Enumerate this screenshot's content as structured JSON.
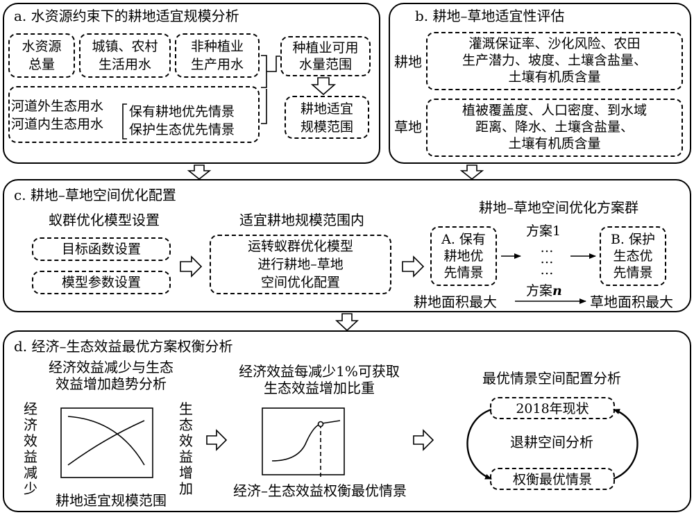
{
  "panel_a": {
    "title": "a. 水资源约束下的耕地适宜规模分析",
    "box_total_water": [
      "水资源",
      "总量"
    ],
    "box_urban_rural": [
      "城镇、农村",
      "生活用水"
    ],
    "box_nonplanting": [
      "非种植业",
      "生产用水"
    ],
    "box_ecological": [
      "河道外生态用水",
      "河道内生态用水"
    ],
    "scenario_cropland": "保有耕地优先情景",
    "scenario_eco": "保护生态优先情景",
    "box_available": [
      "种植业可用",
      "水量范围"
    ],
    "box_scale": [
      "耕地适宜",
      "规模范围"
    ]
  },
  "panel_b": {
    "title": "b. 耕地–草地适宜性评估",
    "cropland_label": "耕地",
    "cropland_factors": [
      "灌溉保证率、沙化风险、农田",
      "生产潜力、坡度、土壤含盐量、",
      "土壤有机质含量"
    ],
    "grassland_label": "草地",
    "grassland_factors": [
      "植被覆盖度、人口密度、到水域",
      "距离、降水、土壤含盐量、",
      "土壤有机质含量"
    ]
  },
  "panel_c": {
    "title": "c. 耕地–草地空间优化配置",
    "model_setup_header": "蚁群优化模型设置",
    "objective_box": "目标函数设置",
    "parameter_box": "模型参数设置",
    "within_range_header": "适宜耕地规模范围内",
    "run_box": [
      "运转蚁群优化模型",
      "进行耕地–草地",
      "空间优化配置"
    ],
    "scheme_group_header": "耕地–草地空间优化方案群",
    "scenario_a": [
      "A. 保有",
      "耕地优",
      "先情景"
    ],
    "scenario_b": [
      "B. 保护",
      "生态优",
      "先情景"
    ],
    "scheme_1": "方案1",
    "dots": [
      "…",
      "…",
      "…"
    ],
    "scheme_n_prefix": "方案",
    "scheme_n_italic": "n",
    "cropland_max": "耕地面积最大",
    "grassland_max": "草地面积最大"
  },
  "panel_d": {
    "title": "d. 经济–生态效益最优方案权衡分析",
    "trend_header": [
      "经济效益减少与生态",
      "效益增加趋势分析"
    ],
    "y_left": "经济效益减少",
    "y_right": "生态效益增加",
    "x_label": "耕地适宜规模范围",
    "ratio_header": [
      "经济效益每减少1%可获取",
      "生态效益增加比重"
    ],
    "optimal_label": "经济–生态效益权衡最优情景",
    "spatial_header": "最优情景空间配置分析",
    "status_2018": "2018年现状",
    "retreat_analysis": "退耕空间分析",
    "tradeoff_optimal": "权衡最优情景"
  }
}
